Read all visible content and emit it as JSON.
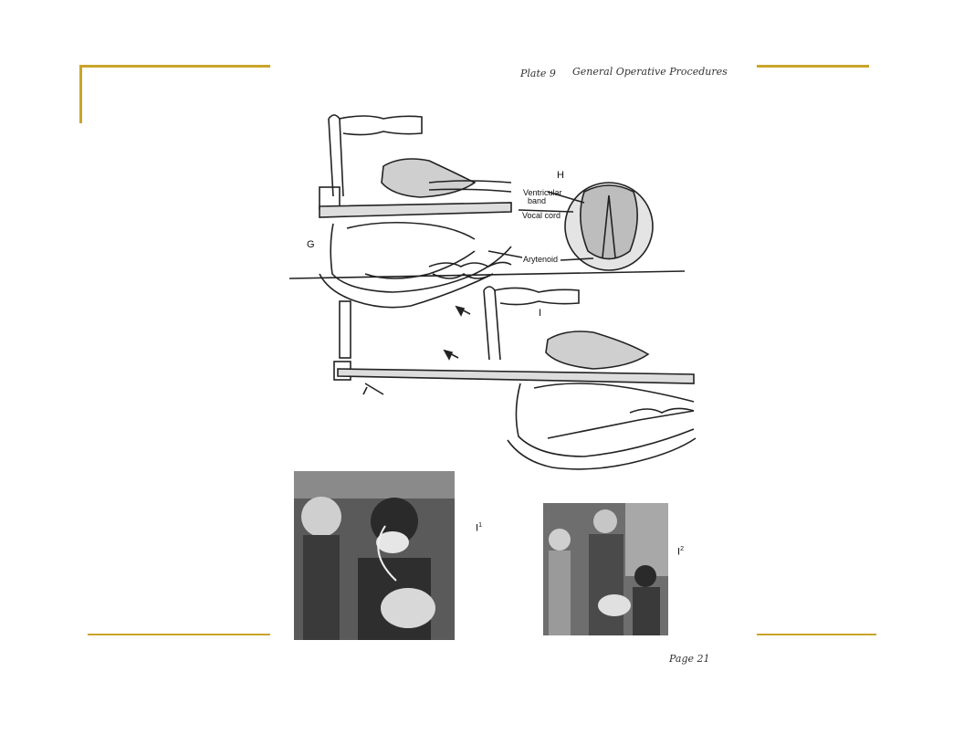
{
  "header": {
    "plate": "Plate 9",
    "section": "General Operative Procedures"
  },
  "labels": {
    "G": "G",
    "H": "H",
    "I": "I",
    "ventricular_band_1": "Ventricular",
    "ventricular_band_2": "band",
    "vocal_cord": "Vocal cord",
    "arytenoid": "Arytenoid",
    "I1": "I",
    "I1_sup": "1",
    "I2": "I",
    "I2_sup": "2"
  },
  "footer": {
    "page": "Page 21"
  },
  "colors": {
    "accent": "#C9A52A"
  }
}
